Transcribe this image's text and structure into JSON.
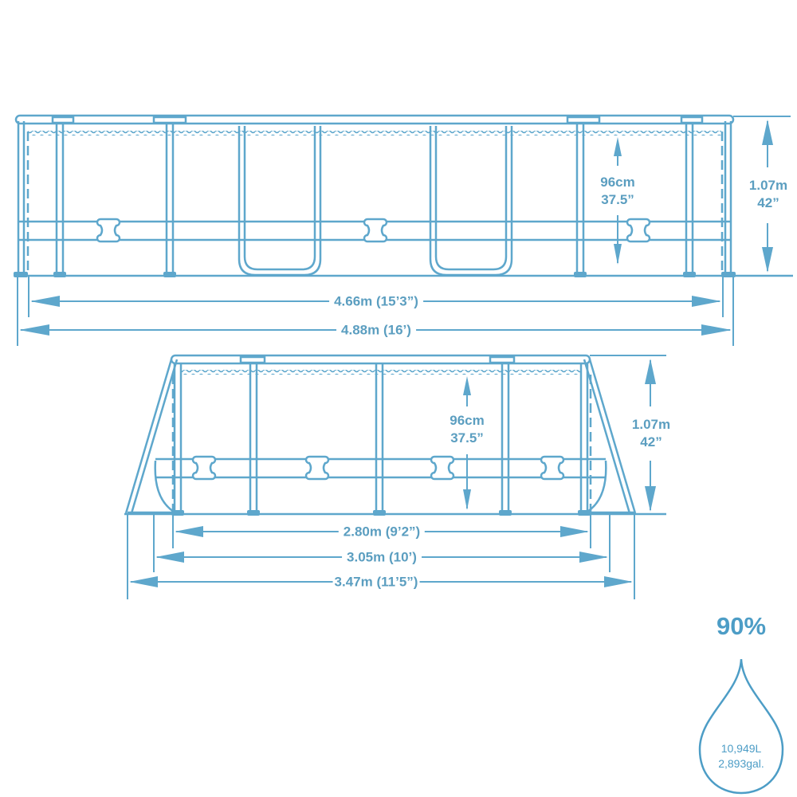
{
  "colors": {
    "line": "#5ea7cc",
    "label": "#5b9ec0",
    "background": "#ffffff"
  },
  "long_side_view": {
    "water_depth": {
      "metric": "96cm",
      "imperial": "37.5”"
    },
    "wall_height": {
      "metric": "1.07m",
      "imperial": "42”"
    },
    "inner_length": "4.66m (15’3”)",
    "outer_length": "4.88m (16’)"
  },
  "short_side_view": {
    "water_depth": {
      "metric": "96cm",
      "imperial": "37.5”"
    },
    "wall_height": {
      "metric": "1.07m",
      "imperial": "42”"
    },
    "inner_width": "2.80m (9’2”)",
    "frame_width": "3.05m (10’)",
    "outer_width": "3.47m (11’5”)"
  },
  "water_capacity": {
    "fill_percent": "90%",
    "liters": "10,949L",
    "gallons": "2,893gal."
  },
  "icons": {
    "water_drop": "water-drop-icon"
  }
}
